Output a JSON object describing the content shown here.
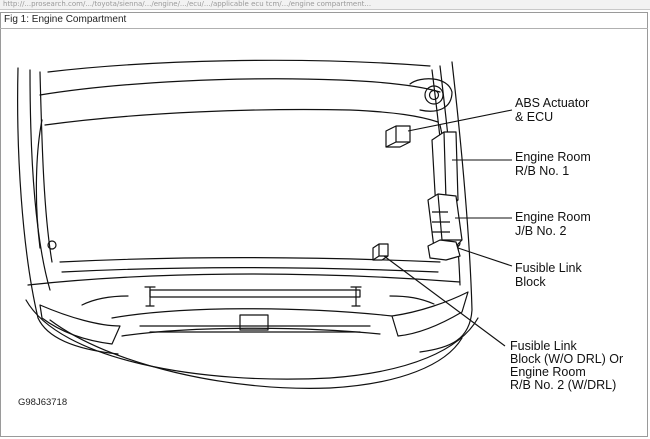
{
  "browser": {
    "url_text": "http://...prosearch.com/.../toyota/sienna/.../engine/.../ecu/.../applicable ecu tcm/.../engine compartment..."
  },
  "figure": {
    "caption": "Fig 1: Engine Compartment",
    "code": "G98J63718"
  },
  "callouts": [
    {
      "lines": [
        "ABS Actuator",
        "& ECU"
      ]
    },
    {
      "lines": [
        "Engine Room",
        "R/B No. 1"
      ]
    },
    {
      "lines": [
        "Engine Room",
        "J/B No. 2"
      ]
    },
    {
      "lines": [
        "Fusible Link",
        "Block"
      ]
    },
    {
      "lines": [
        "Fusible Link",
        "Block (W/O DRL) Or",
        "Engine Room",
        "R/B No. 2 (W/DRL)"
      ]
    }
  ]
}
